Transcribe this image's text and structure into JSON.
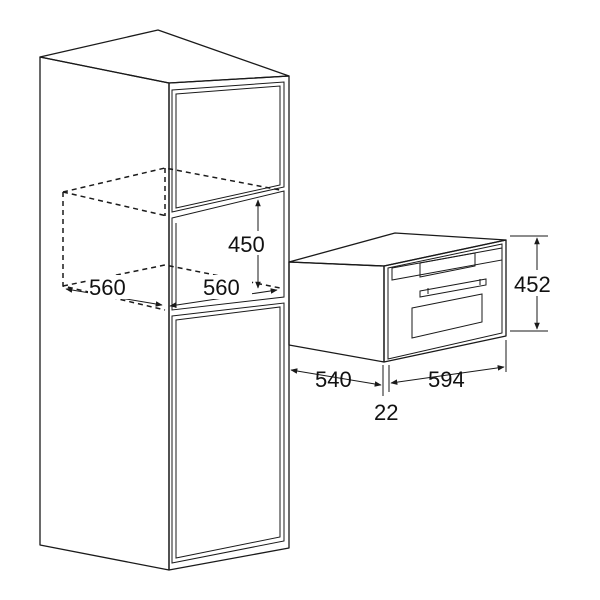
{
  "diagram": {
    "labels": {
      "niche_height": "450",
      "niche_depth": "560",
      "niche_width": "560",
      "oven_height": "452",
      "oven_depth": "540",
      "oven_width": "594",
      "front_overhang": "22"
    }
  }
}
